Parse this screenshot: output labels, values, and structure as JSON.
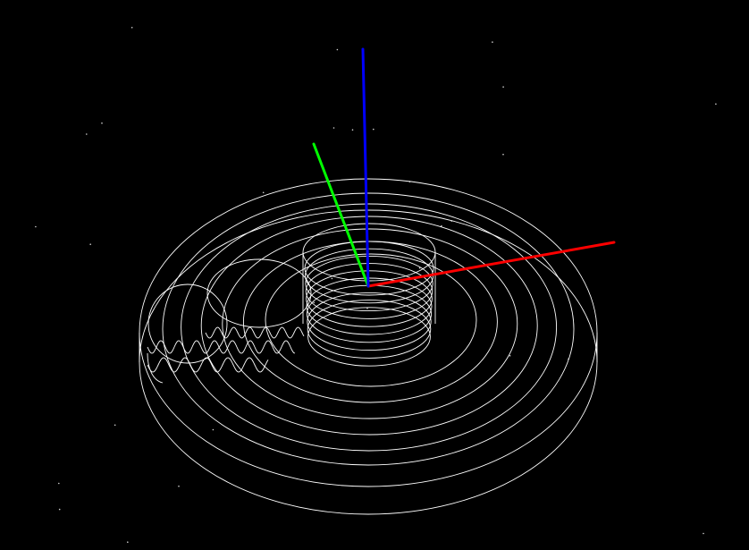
{
  "scene": {
    "background": "#000000",
    "wire_color": "#ffffff",
    "axes": [
      {
        "name": "x-axis",
        "color": "#ff0000"
      },
      {
        "name": "y-axis",
        "color": "#00ff00"
      },
      {
        "name": "z-axis",
        "color": "#0000ff"
      }
    ],
    "star_count": 30
  }
}
